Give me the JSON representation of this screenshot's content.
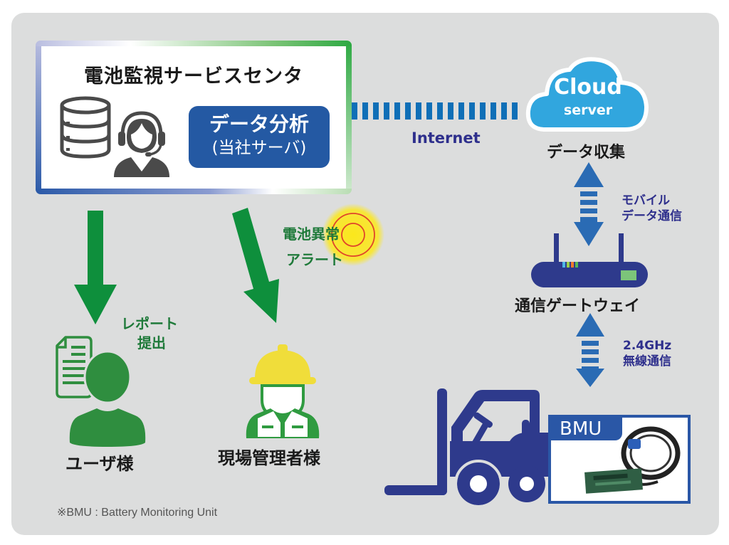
{
  "colors": {
    "panel_bg": "#dcdddd",
    "primary_blue": "#2459a3",
    "navy": "#2e3a8c",
    "cloud_blue": "#31a6de",
    "green_arrow": "#0e8f3c",
    "user_green": "#2f8e3f",
    "helmet_yellow": "#f0dd3a",
    "alert_yellow": "#fbea1c",
    "alert_ring": "#e0442a",
    "gateway_screen": "#7cc47a"
  },
  "service_center": {
    "title": "電池監視サービスセンタ",
    "icons": [
      "database-icon",
      "operator-headset-icon"
    ],
    "analysis_button": {
      "line1": "データ分析",
      "line2": "(当社サーバ)"
    }
  },
  "internet": {
    "label": "Internet",
    "link_segments": 16
  },
  "cloud": {
    "title": "Cloud",
    "subtitle": "server",
    "caption": "データ収集"
  },
  "mobile_link": {
    "line1": "モバイル",
    "line2": "データ通信"
  },
  "gateway": {
    "label": "通信ゲートウェイ",
    "led_colors": [
      "#4fb8e6",
      "#9ccf4a",
      "#f07a2a",
      "#56b957"
    ]
  },
  "wireless_link": {
    "line1": "2.4GHz",
    "line2": "無線通信"
  },
  "bmu": {
    "tab_label": "BMU",
    "device": "forklift-icon"
  },
  "user": {
    "action_line1": "レポート",
    "action_line2": "提出",
    "label": "ユーザ様"
  },
  "site_manager": {
    "alert_line1": "電池異常",
    "alert_line2": "アラート",
    "label": "現場管理者様"
  },
  "footnote": "※BMU : Battery Monitoring Unit"
}
